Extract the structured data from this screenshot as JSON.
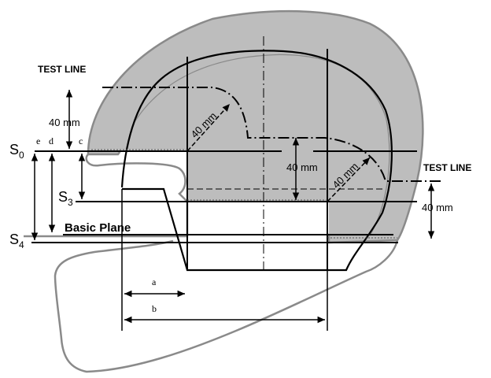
{
  "labels": {
    "test_line_left": "TEST LINE",
    "test_line_right": "TEST LINE",
    "basic_plane": "Basic Plane",
    "s0": "S",
    "s0_sub": "0",
    "s3": "S",
    "s3_sub": "3",
    "s4": "S",
    "s4_sub": "4",
    "e": "e",
    "d": "d",
    "c": "c",
    "a": "a",
    "b": "b"
  },
  "dimensions": {
    "left_40mm": "40 mm",
    "center_40mm": "40 mm",
    "right_40mm": "40 mm",
    "radius_left": "40 mm",
    "radius_right": "40 mm"
  },
  "colors": {
    "shell_fill": "#bdbdbd",
    "outline": "#000000",
    "gray_outline": "#8a8a8a"
  }
}
